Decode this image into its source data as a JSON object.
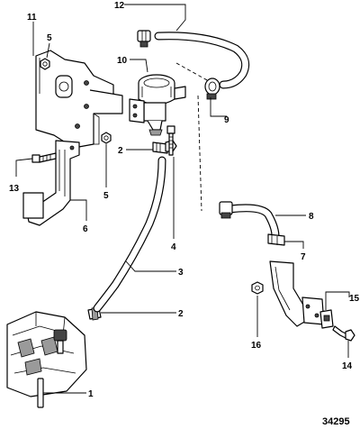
{
  "figure_number": "34295",
  "callouts": {
    "c1": "1",
    "c2a": "2",
    "c2b": "2",
    "c3": "3",
    "c4": "4",
    "c5a": "5",
    "c5b": "5",
    "c6": "6",
    "c7": "7",
    "c8": "8",
    "c9": "9",
    "c10": "10",
    "c11": "11",
    "c12": "12",
    "c13": "13",
    "c14": "14",
    "c15": "15",
    "c16": "16"
  }
}
